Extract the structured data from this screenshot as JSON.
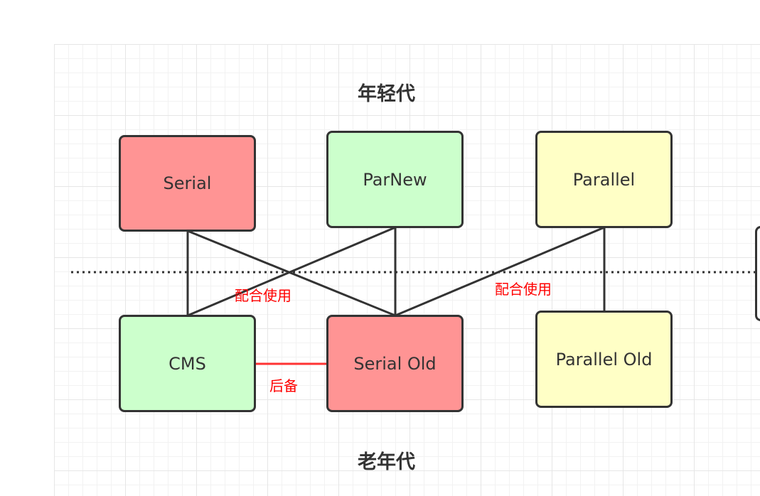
{
  "titles": {
    "young": "年轻代",
    "old": "老年代"
  },
  "young_collectors": {
    "serial": "Serial",
    "parnew": "ParNew",
    "parallel": "Parallel"
  },
  "old_collectors": {
    "cms": "CMS",
    "serial_old": "Serial Old",
    "parallel_old": "Parallel Old"
  },
  "annotations": {
    "combine_left": "配合使用",
    "combine_right": "配合使用",
    "backup": "后备"
  },
  "colors": {
    "red": "#ff9494",
    "green": "#ccffcc",
    "yellow": "#ffffc6",
    "line": "#333333",
    "backup_line": "#ff3333",
    "annotation": "#ff0000"
  }
}
